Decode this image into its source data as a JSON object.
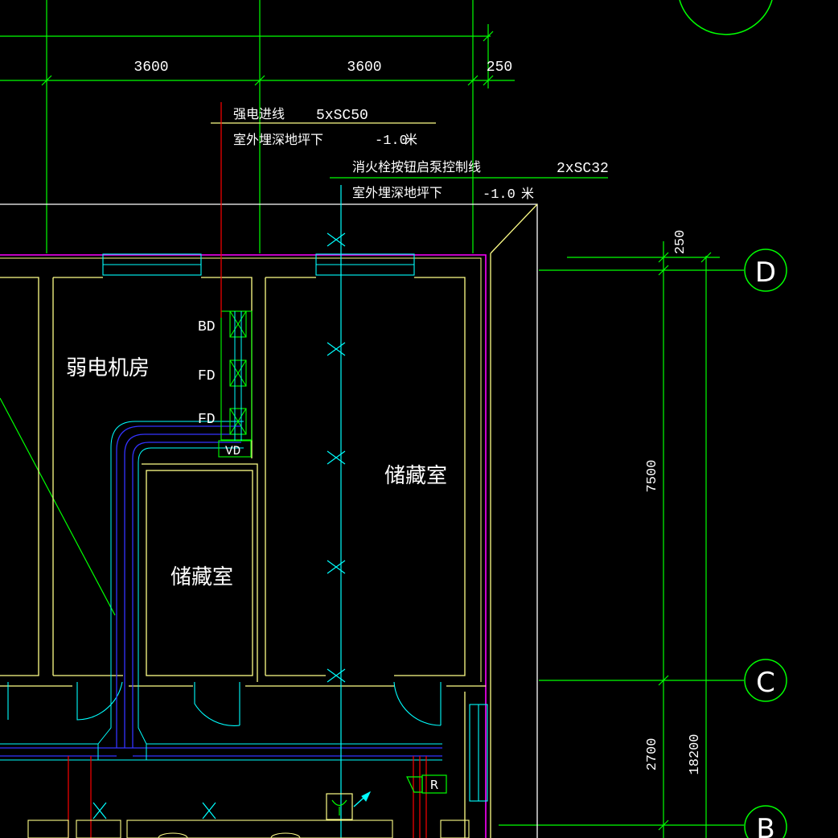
{
  "dimensions_top": {
    "d1": "3600",
    "d2": "3600",
    "d3": "250"
  },
  "dimensions_right": {
    "d_top": "250",
    "d_main": "7500",
    "d_lower": "2700",
    "d_total": "18200"
  },
  "axes": {
    "d": "D",
    "c": "C",
    "b": "B"
  },
  "annotations": {
    "strong_line_label": "强电进线",
    "strong_line_spec": "5xSC50",
    "strong_line_depth_label": "室外埋深地坪下",
    "strong_line_depth_value": "-1.0",
    "strong_line_depth_unit": "米",
    "fire_line_label": "消火栓按钮启泵控制线",
    "fire_line_spec": "2xSC32",
    "fire_line_depth_label": "室外埋深地坪下",
    "fire_line_depth_value": "-1.0",
    "fire_line_depth_unit": "米"
  },
  "rooms": {
    "weak_room": "弱电机房",
    "storage_right": "储藏室",
    "storage_left": "储藏室"
  },
  "boxes": {
    "bd": "BD",
    "fd1": "FD",
    "fd2": "FD",
    "vd": "VD",
    "r": "R"
  },
  "colors": {
    "background": "#000000",
    "wall": "#ffff88",
    "cyan": "#00ffff",
    "green": "#00ff00",
    "red": "#ff0000",
    "blue": "#3333ff",
    "magenta": "#ff00ff",
    "white": "#ffffff"
  }
}
